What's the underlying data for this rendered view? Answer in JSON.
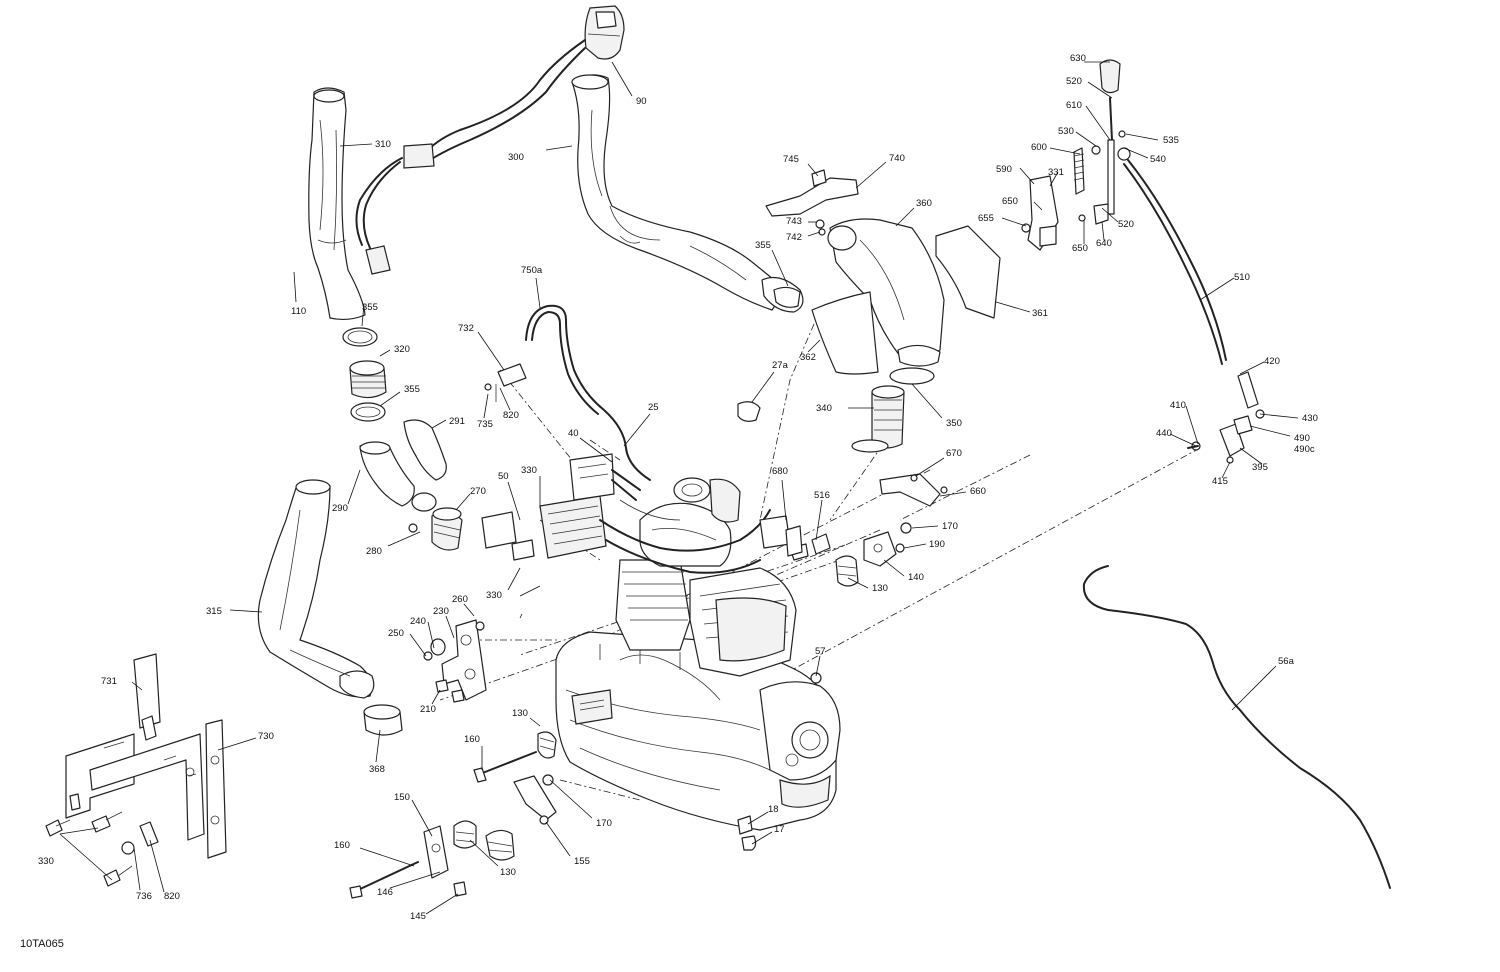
{
  "drawing_code": "10TA065",
  "callouts": {
    "c90": "90",
    "c310": "310",
    "c300": "300",
    "c110": "110",
    "c355a": "355",
    "c320": "320",
    "c355b": "355",
    "c291": "291",
    "c290": "290",
    "c270": "270",
    "c280": "280",
    "c315": "315",
    "c368": "368",
    "c731": "731",
    "c730": "730",
    "c330a": "330",
    "c736": "736",
    "c820a": "820",
    "c750a": "750a",
    "c732": "732",
    "c735": "735",
    "c820b": "820",
    "c25": "25",
    "c40": "40",
    "c50": "50",
    "c330b": "330",
    "c330c": "330",
    "c260": "260",
    "c230": "230",
    "c240": "240",
    "c250": "250",
    "c210": "210",
    "c130a": "130",
    "c160a": "160",
    "c150": "150",
    "c160b": "160",
    "c146": "146",
    "c145": "145",
    "c130b": "130",
    "c155": "155",
    "c170a": "170",
    "c18": "18",
    "c17": "17",
    "c57": "57",
    "c680": "680",
    "c516": "516",
    "c130c": "130",
    "c140": "140",
    "c170b": "170",
    "c190": "190",
    "c660": "660",
    "c670": "670",
    "c745": "745",
    "c740": "740",
    "c743": "743",
    "c742": "742",
    "c355c": "355",
    "c360": "360",
    "c361": "361",
    "c362": "362",
    "c27a": "27a",
    "c340": "340",
    "c350": "350",
    "c630": "630",
    "c520a": "520",
    "c610": "610",
    "c530": "530",
    "c535": "535",
    "c540": "540",
    "c600": "600",
    "c590": "590",
    "c331": "331",
    "c650a": "650",
    "c655": "655",
    "c650b": "650",
    "c640": "640",
    "c520b": "520",
    "c510": "510",
    "c420": "420",
    "c410": "410",
    "c430": "430",
    "c440": "440",
    "c490": "490",
    "c490c": "490c",
    "c395": "395",
    "c415": "415",
    "c56a": "56a"
  }
}
